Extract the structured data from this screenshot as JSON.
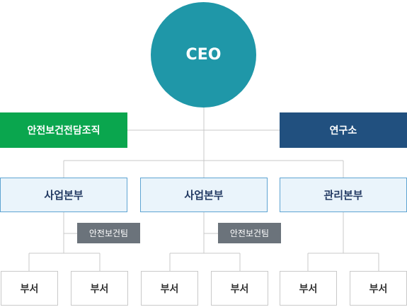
{
  "ceo": {
    "label": "CEO"
  },
  "side_units": {
    "left": "안전보건전담조직",
    "right": "연구소"
  },
  "divisions": [
    {
      "label": "사업본부",
      "team": "안전보건팀",
      "departments": [
        "부서",
        "부서"
      ]
    },
    {
      "label": "사업본부",
      "team": "안전보건팀",
      "departments": [
        "부서",
        "부서"
      ]
    },
    {
      "label": "관리본부",
      "departments": [
        "부서",
        "부서"
      ]
    }
  ],
  "colors": {
    "ceo": "#1f97a8",
    "safety_org": "#0aa64e",
    "research": "#21507f",
    "division_bg": "#eaf4fb",
    "division_border": "#5ea4d2",
    "team": "#6b737b",
    "connector": "#c9c9c9"
  }
}
